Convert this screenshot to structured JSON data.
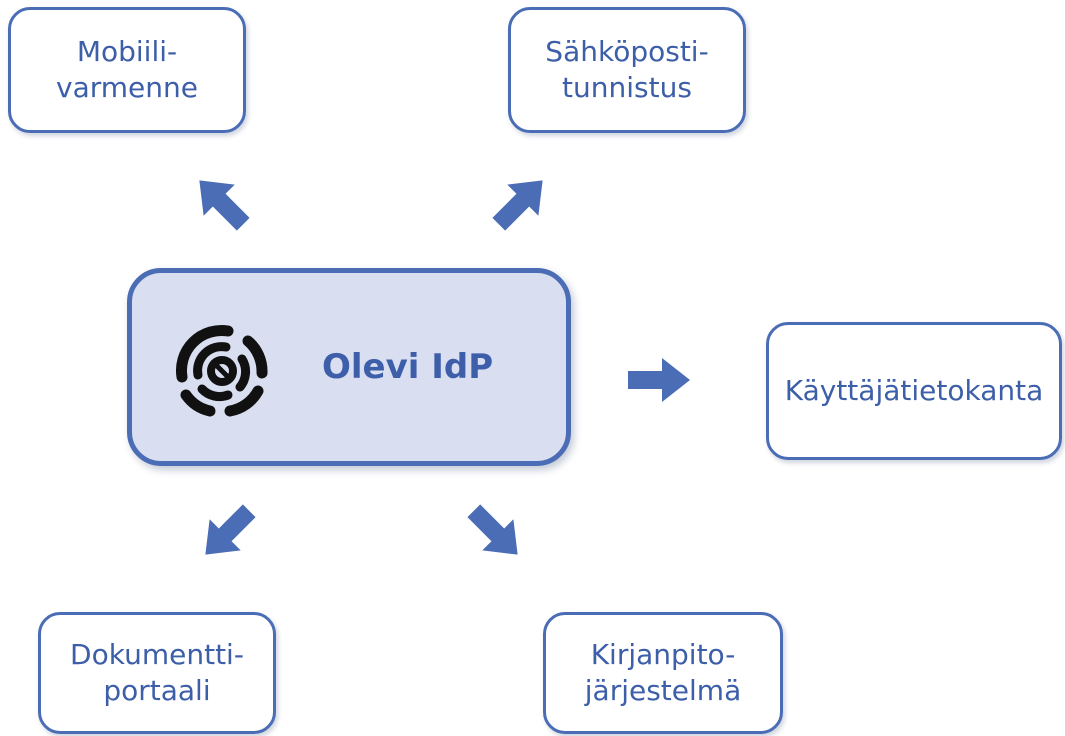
{
  "hub": {
    "title": "Olevi IdP",
    "logo_icon": "olevi-logo"
  },
  "nodes": {
    "mobile": {
      "lines": [
        "Mobiili-",
        "varmenne"
      ]
    },
    "email": {
      "lines": [
        "Sähköposti-",
        "tunnistus"
      ]
    },
    "userdb": {
      "lines": [
        "Käyttäjätietokanta"
      ]
    },
    "docs": {
      "lines": [
        "Dokumentti-",
        "portaali"
      ]
    },
    "accounting": {
      "lines": [
        "Kirjanpito-",
        "järjestelmä"
      ]
    }
  },
  "colors": {
    "accent": "#4a6db5",
    "text": "#3d5ea8",
    "hub_fill": "#d9def0",
    "logo": "#111111"
  }
}
